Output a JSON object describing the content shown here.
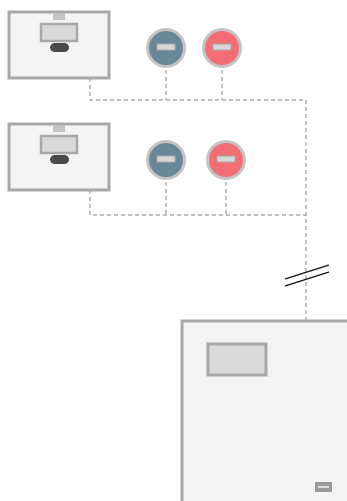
{
  "diagram": {
    "groups": [
      {
        "console": {
          "name": "console"
        },
        "buttons": [
          {
            "name": "button-blue",
            "color": "#6a8798"
          },
          {
            "name": "button-red",
            "color": "#f26e74"
          }
        ]
      },
      {
        "console": {
          "name": "console"
        },
        "buttons": [
          {
            "name": "button-blue",
            "color": "#6a8798"
          },
          {
            "name": "button-red",
            "color": "#f26e74"
          }
        ]
      }
    ],
    "cabinet": {
      "name": "main-cabinet"
    },
    "link": {
      "style": "dashed",
      "break_marker": true
    },
    "colors": {
      "frame": "#a8a8a8",
      "fill": "#f4f4f4",
      "panel": "#d9d9d9",
      "dark": "#4a4a4a",
      "dash": "#999999",
      "ring": "#c4c4c4",
      "button_face": "#d8d8d8"
    }
  }
}
